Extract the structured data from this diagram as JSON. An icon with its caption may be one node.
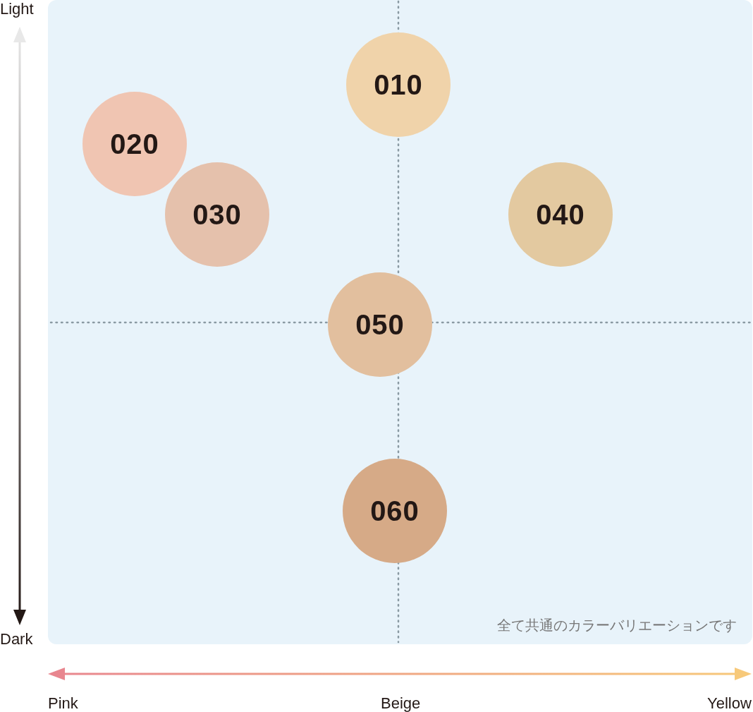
{
  "diagram": {
    "nodes": [
      {
        "text": [
          "010"
        ]
      },
      {
        "text": [
          "020"
        ]
      },
      {
        "text": [
          "030"
        ]
      },
      {
        "text": [
          "040"
        ]
      },
      {
        "text": [
          "050"
        ]
      },
      {
        "text": [
          "060"
        ]
      }
    ],
    "labels": [
      "Light",
      "Dark",
      "全て共通のカラーバリエーションです",
      "Pink",
      "Beige",
      "Yellow"
    ]
  }
}
